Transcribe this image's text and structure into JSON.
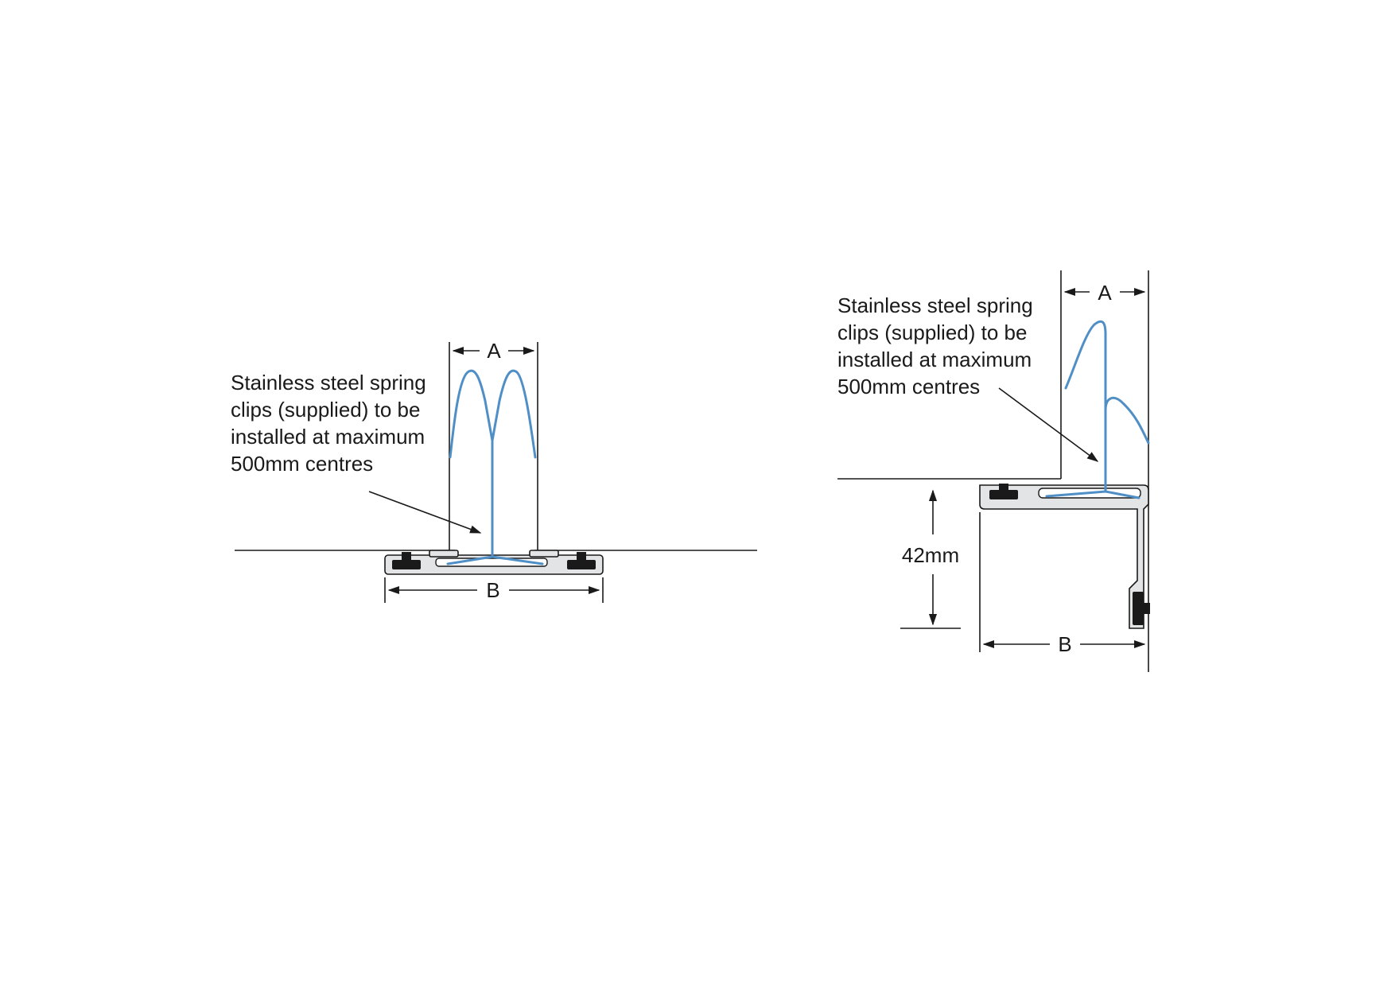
{
  "colors": {
    "clip": "#4f8fc6",
    "line": "#1a1a1a",
    "profile_fill": "#e3e4e6",
    "gasket": "#1a1a1a"
  },
  "left_detail": {
    "note_lines": [
      "Stainless steel spring",
      "clips (supplied) to be",
      "installed at maximum",
      "500mm centres"
    ],
    "dim_a": "A",
    "dim_b": "B"
  },
  "right_detail": {
    "note_lines": [
      "Stainless steel spring",
      "clips (supplied) to be",
      "installed at maximum",
      "500mm centres"
    ],
    "dim_a": "A",
    "dim_b": "B",
    "dim_height": "42mm"
  }
}
